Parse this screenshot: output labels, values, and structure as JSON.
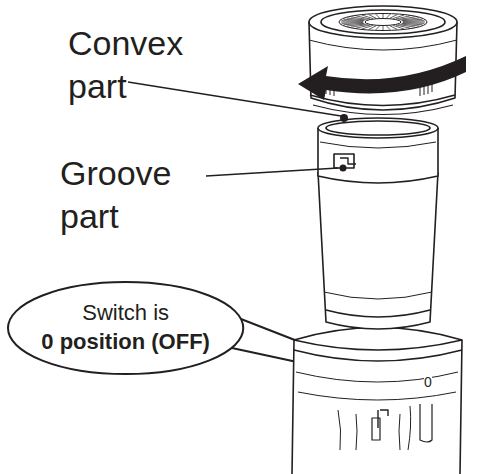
{
  "diagram": {
    "nodes": [
      {
        "text": [
          "Switch is",
          "0 position (OFF)"
        ]
      }
    ],
    "labels": [
      "Convex part",
      "Groove part",
      "0"
    ]
  }
}
